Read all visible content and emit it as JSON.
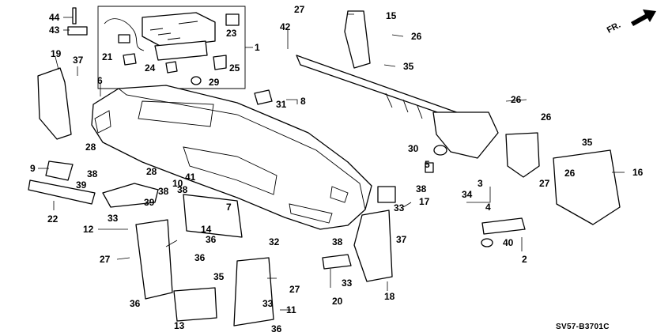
{
  "diagram": {
    "code": "SV57-B3701C",
    "direction_label": "FR.",
    "callouts": {
      "c44": "44",
      "c43": "43",
      "c19": "19",
      "c37a": "37",
      "c6": "6",
      "c21": "21",
      "c24": "24",
      "c29": "29",
      "c23": "23",
      "c1": "1",
      "c25": "25",
      "c27a": "27",
      "c15": "15",
      "c42": "42",
      "c26a": "26",
      "c35a": "35",
      "c31": "31",
      "c8": "8",
      "c28a": "28",
      "c9": "9",
      "c38a": "38",
      "c39a": "39",
      "c22": "22",
      "c28b": "28",
      "c41": "41",
      "c10": "10",
      "c38b": "38",
      "c39b": "39",
      "c38c": "38",
      "c7": "7",
      "c14": "14",
      "c33a": "33",
      "c12": "12",
      "c36a": "36",
      "c27b": "27",
      "c36b": "36",
      "c35b": "35",
      "c36c": "36",
      "c13": "13",
      "c27c": "27",
      "c33b": "33",
      "c11": "11",
      "c36d": "36",
      "c32": "32",
      "c38d": "38",
      "c33c": "33",
      "c20": "20",
      "c38e": "38",
      "c17": "17",
      "c33d": "33",
      "c37b": "37",
      "c18": "18",
      "c26b": "26",
      "c26c": "26",
      "c30": "30",
      "c5": "5",
      "c34": "34",
      "c3": "3",
      "c4": "4",
      "c35c": "35",
      "c26d": "26",
      "c27d": "27",
      "c16": "16",
      "c40": "40",
      "c2": "2"
    }
  }
}
